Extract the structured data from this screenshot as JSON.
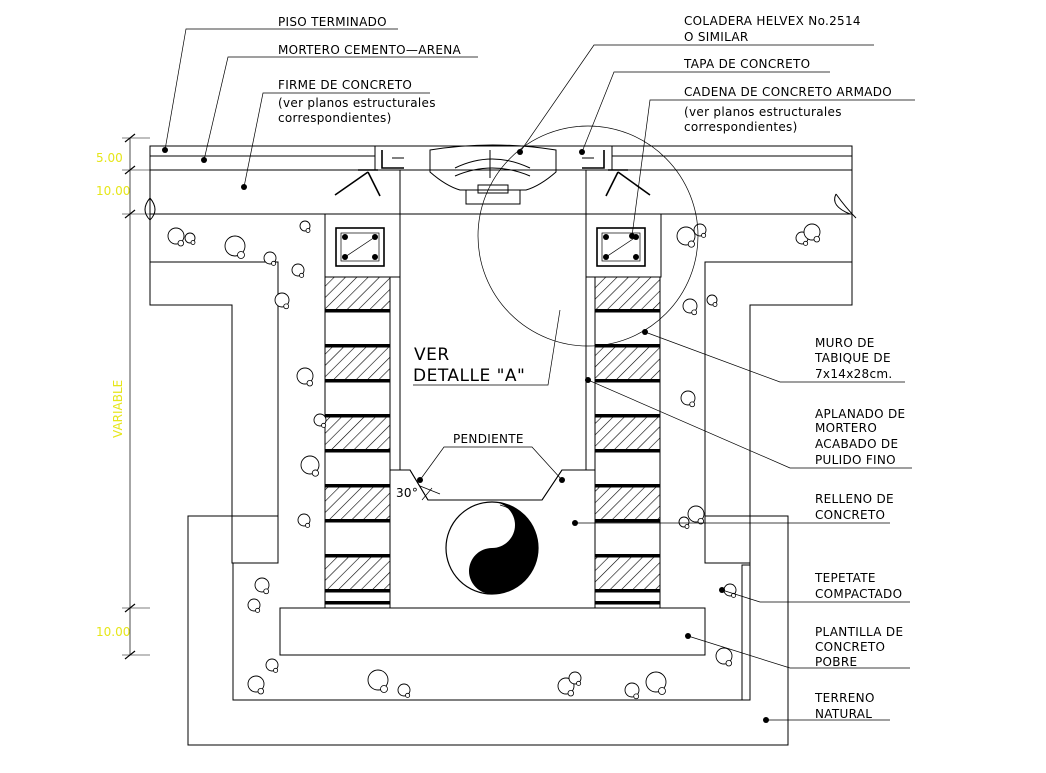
{
  "labels": {
    "piso_terminado": "PISO TERMINADO",
    "mortero": "MORTERO CEMENTO—ARENA",
    "firme": "FIRME DE CONCRETO",
    "firme_note_1": "(ver planos estructurales",
    "firme_note_2": "correspondientes)",
    "coladera_1": "COLADERA HELVEX No.2514",
    "coladera_2": "O SIMILAR",
    "tapa": "TAPA DE CONCRETO",
    "cadena": "CADENA DE CONCRETO ARMADO",
    "cadena_note_1": "(ver planos estructurales",
    "cadena_note_2": "correspondientes)",
    "muro_1": "MURO DE",
    "muro_2": "TABIQUE DE",
    "muro_3": "7x14x28cm.",
    "aplanado_1": "APLANADO DE",
    "aplanado_2": "MORTERO",
    "aplanado_3": "ACABADO DE",
    "aplanado_4": "PULIDO FINO",
    "relleno_1": "RELLENO DE",
    "relleno_2": "CONCRETO",
    "tepetate_1": "TEPETATE",
    "tepetate_2": "COMPACTADO",
    "plantilla_1": "PLANTILLA DE",
    "plantilla_2": "CONCRETO",
    "plantilla_3": "POBRE",
    "terreno_1": "TERRENO",
    "terreno_2": "NATURAL",
    "ver_1": "VER",
    "ver_2": "DETALLE \"A\"",
    "pendiente": "PENDIENTE",
    "angle": "30°"
  },
  "dimensions": {
    "d1": "5.00",
    "d2": "10.00",
    "variable": "VARIABLE",
    "d3": "10.00"
  },
  "colors": {
    "line": "#000000",
    "dimension_text": "#e6e61a",
    "background": "#ffffff"
  }
}
